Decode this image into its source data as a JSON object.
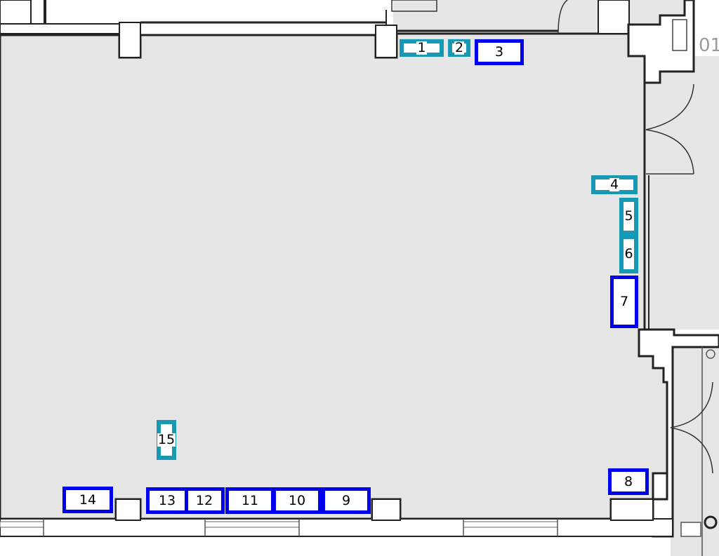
{
  "floor_plan": {
    "room_label_fragment": "01",
    "colors": {
      "room_fill": "#e6e6e6",
      "wall": "#222222",
      "blue_marker": "#0000ee",
      "teal_marker": "#1799b4"
    },
    "markers": [
      {
        "id": "m1",
        "label": "1",
        "style": "teal"
      },
      {
        "id": "m2",
        "label": "2",
        "style": "teal"
      },
      {
        "id": "m3",
        "label": "3",
        "style": "blue"
      },
      {
        "id": "m4",
        "label": "4",
        "style": "teal"
      },
      {
        "id": "m5",
        "label": "5",
        "style": "teal"
      },
      {
        "id": "m6",
        "label": "6",
        "style": "teal"
      },
      {
        "id": "m7",
        "label": "7",
        "style": "blue"
      },
      {
        "id": "m8",
        "label": "8",
        "style": "blue"
      },
      {
        "id": "m9",
        "label": "9",
        "style": "blue"
      },
      {
        "id": "m10",
        "label": "10",
        "style": "blue"
      },
      {
        "id": "m11",
        "label": "11",
        "style": "blue"
      },
      {
        "id": "m12",
        "label": "12",
        "style": "blue"
      },
      {
        "id": "m13",
        "label": "13",
        "style": "blue"
      },
      {
        "id": "m14",
        "label": "14",
        "style": "blue"
      },
      {
        "id": "m15",
        "label": "15",
        "style": "teal"
      }
    ]
  }
}
